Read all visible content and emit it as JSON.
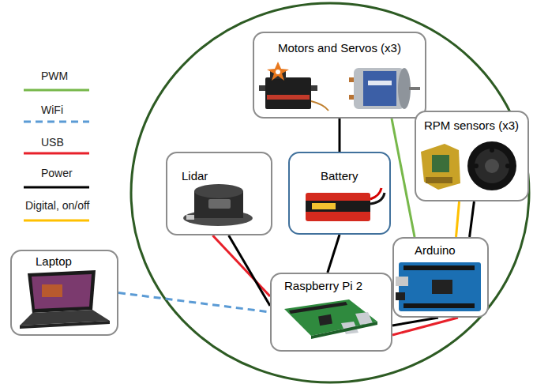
{
  "diagram": {
    "nodes": [
      {
        "text": [
          "Motors and Servos (x3)"
        ]
      },
      {
        "text": [
          "RPM sensors (x3)"
        ]
      },
      {
        "text": [
          "Lidar"
        ]
      },
      {
        "text": [
          "Battery"
        ]
      },
      {
        "text": [
          "Arduino"
        ]
      },
      {
        "text": [
          "Laptop"
        ]
      },
      {
        "text": [
          "Raspberry Pi 2"
        ]
      }
    ],
    "edges": [
      {
        "from": 3,
        "to": 0,
        "arrow": "none"
      },
      {
        "from": 4,
        "to": 0,
        "arrow": "none"
      },
      {
        "from": 1,
        "to": 4,
        "arrow": "none"
      },
      {
        "from": 1,
        "to": 4,
        "arrow": "none"
      },
      {
        "from": 2,
        "to": 6,
        "arrow": "none"
      },
      {
        "from": 2,
        "to": 6,
        "arrow": "none"
      },
      {
        "from": 3,
        "to": 6,
        "arrow": "none"
      },
      {
        "from": 6,
        "to": 4,
        "arrow": "none"
      },
      {
        "from": 6,
        "to": 4,
        "arrow": "none"
      },
      {
        "from": 5,
        "to": 6,
        "arrow": "none"
      }
    ],
    "legend": [
      {
        "text": "PWM"
      },
      {
        "text": "WiFi"
      },
      {
        "text": "USB"
      },
      {
        "text": "Power"
      },
      {
        "text": "Digital, on/off"
      }
    ]
  }
}
